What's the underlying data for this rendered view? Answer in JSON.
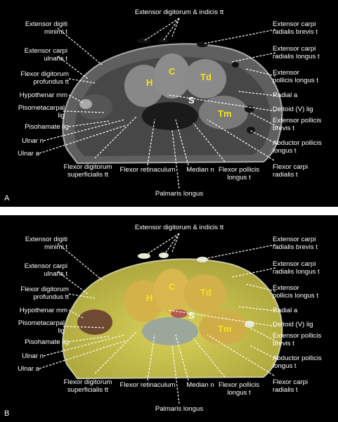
{
  "panels": [
    {
      "letter": "A"
    },
    {
      "letter": "B"
    }
  ],
  "labels": {
    "ext_digitorum_indicis": "Extensor digitorum & indicis tt",
    "ext_digiti_minimi": "Extensor digiti\nminimi t",
    "ext_carpi_ulnaris": "Extensor carpi\nulnaris t",
    "flexor_dig_profundus": "Flexor digitorum\nprofundus tt",
    "hypothenar": "Hypothenar mm",
    "pisometacarpal": "Pisometacarpal\nlig",
    "pisohamate": "Pisohamate lig",
    "ulnar_n": "Ulnar n",
    "ulnar_a": "Ulnar a",
    "flexor_dig_superficialis": "Flexor digitorum\nsuperficialis tt",
    "flexor_retinaculum": "Flexor retinaculum",
    "palmaris_longus": "Palmaris longus",
    "median_n": "Median n",
    "flexor_pollicis_longus": "Flexor pollicis\nlongus t",
    "flexor_carpi_radialis": "Flexor carpi\nradialis t",
    "abductor_pollicis_longus": "Abductor pollicis\nlongus t",
    "ext_pollicis_brevis": "Extensor pollicis\nbrevis t",
    "deltoid_lig": "Deltoid (V) lig",
    "radial_a": "Radial a",
    "ext_pollicis_longus": "Extensor\npollicis longus t",
    "ext_carpi_radialis_longus": "Extensor carpi\nradialis longus t",
    "ext_carpi_radialis_brevis": "Extensor carpi\nradialis brevis t"
  },
  "bones": {
    "H": "H",
    "C": "C",
    "Td": "Td",
    "Tm": "Tm",
    "S": "S"
  }
}
